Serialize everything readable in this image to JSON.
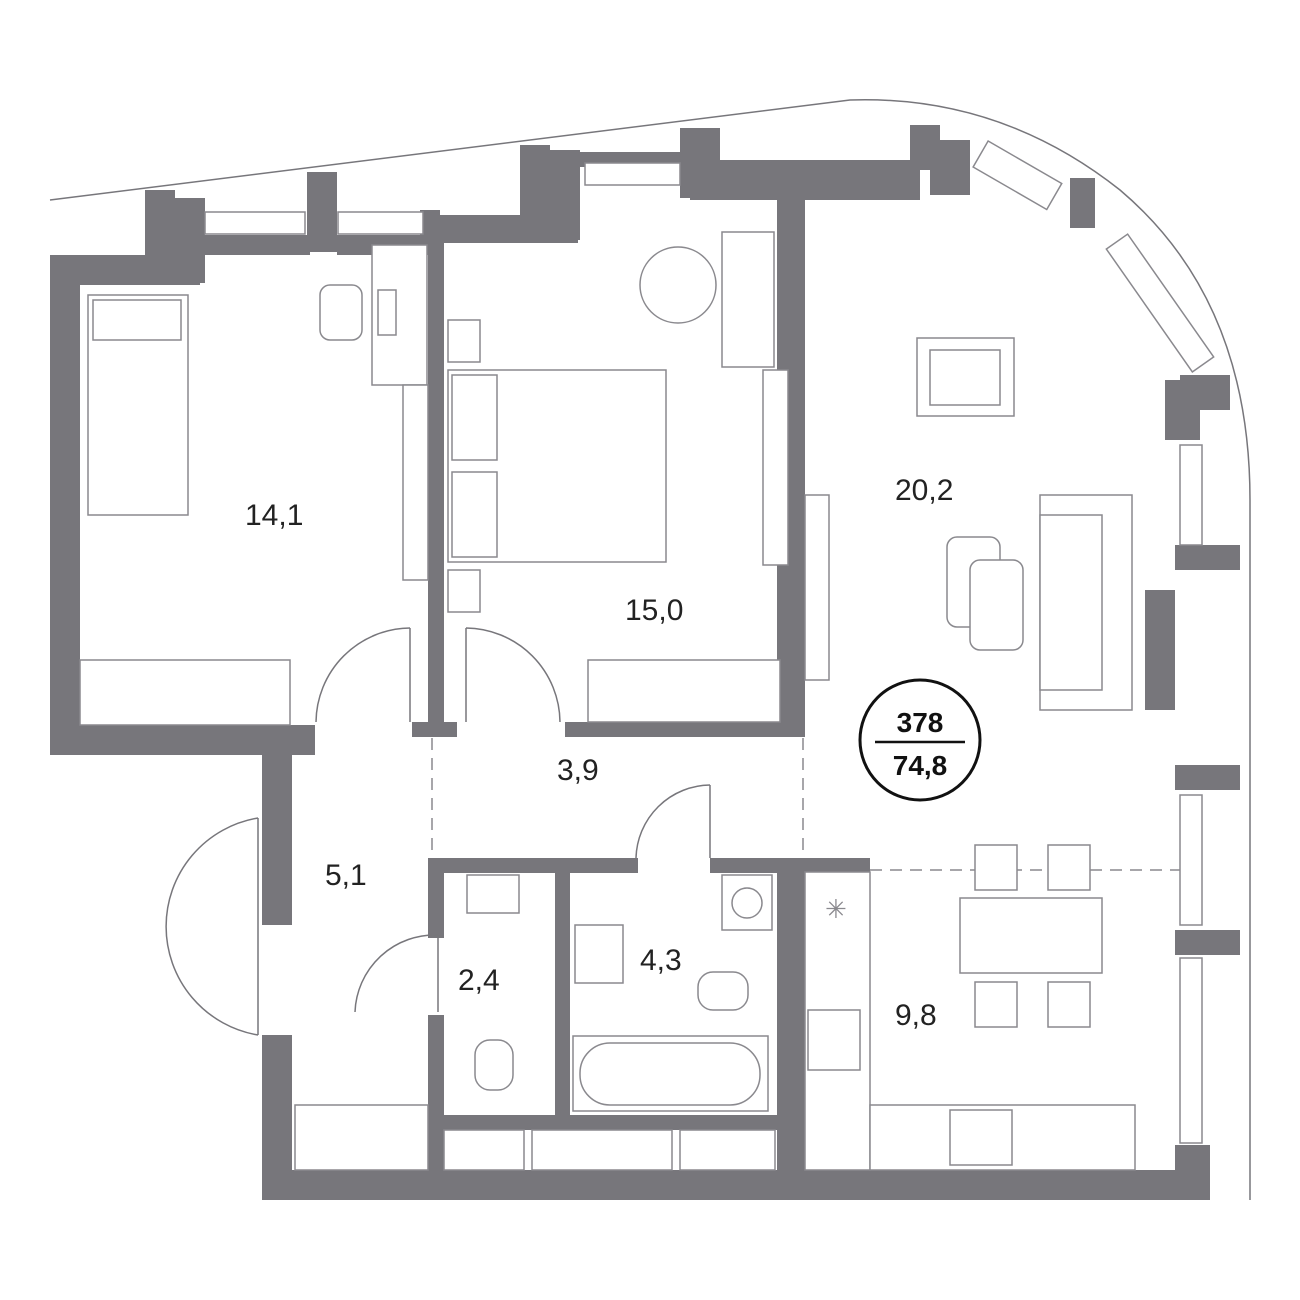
{
  "plan": {
    "apartment_number": "378",
    "total_area": "74,8",
    "rooms": [
      {
        "id": "bedroom-1",
        "area": "14,1"
      },
      {
        "id": "bedroom-2",
        "area": "15,0"
      },
      {
        "id": "living-room",
        "area": "20,2"
      },
      {
        "id": "corridor",
        "area": "3,9"
      },
      {
        "id": "hall",
        "area": "5,1"
      },
      {
        "id": "wc",
        "area": "2,4"
      },
      {
        "id": "bathroom",
        "area": "4,3"
      },
      {
        "id": "kitchen",
        "area": "9,8"
      }
    ],
    "colors": {
      "wall": "#77767b",
      "furniture_stroke": "#8a898e",
      "background": "#ffffff"
    }
  }
}
